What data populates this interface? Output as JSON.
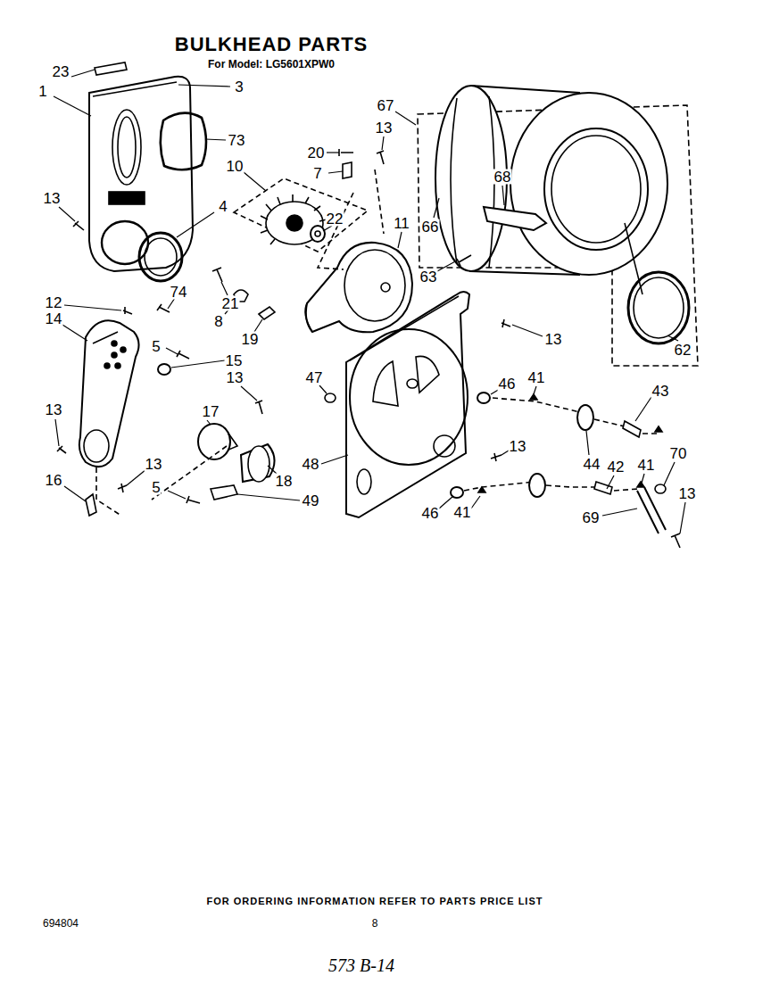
{
  "diagram": {
    "title": "BULKHEAD PARTS",
    "caption": "FOR ORDERING INFORMATION REFER TO PARTS PRICE LIST",
    "labels": [
      "For Model: LG5601XPW0",
      "23",
      "3",
      "1",
      "73",
      "67",
      "20",
      "13",
      "7",
      "10",
      "13",
      "4",
      "22",
      "68",
      "66",
      "11",
      "21",
      "74",
      "12",
      "14",
      "8",
      "19",
      "63",
      "13",
      "62",
      "5",
      "15",
      "47",
      "46",
      "41",
      "43",
      "13",
      "17",
      "13",
      "13",
      "48",
      "44",
      "42",
      "41",
      "70",
      "13",
      "16",
      "18",
      "5",
      "49",
      "46",
      "41",
      "69",
      "13",
      "694804",
      "8",
      "573 B-14"
    ]
  }
}
